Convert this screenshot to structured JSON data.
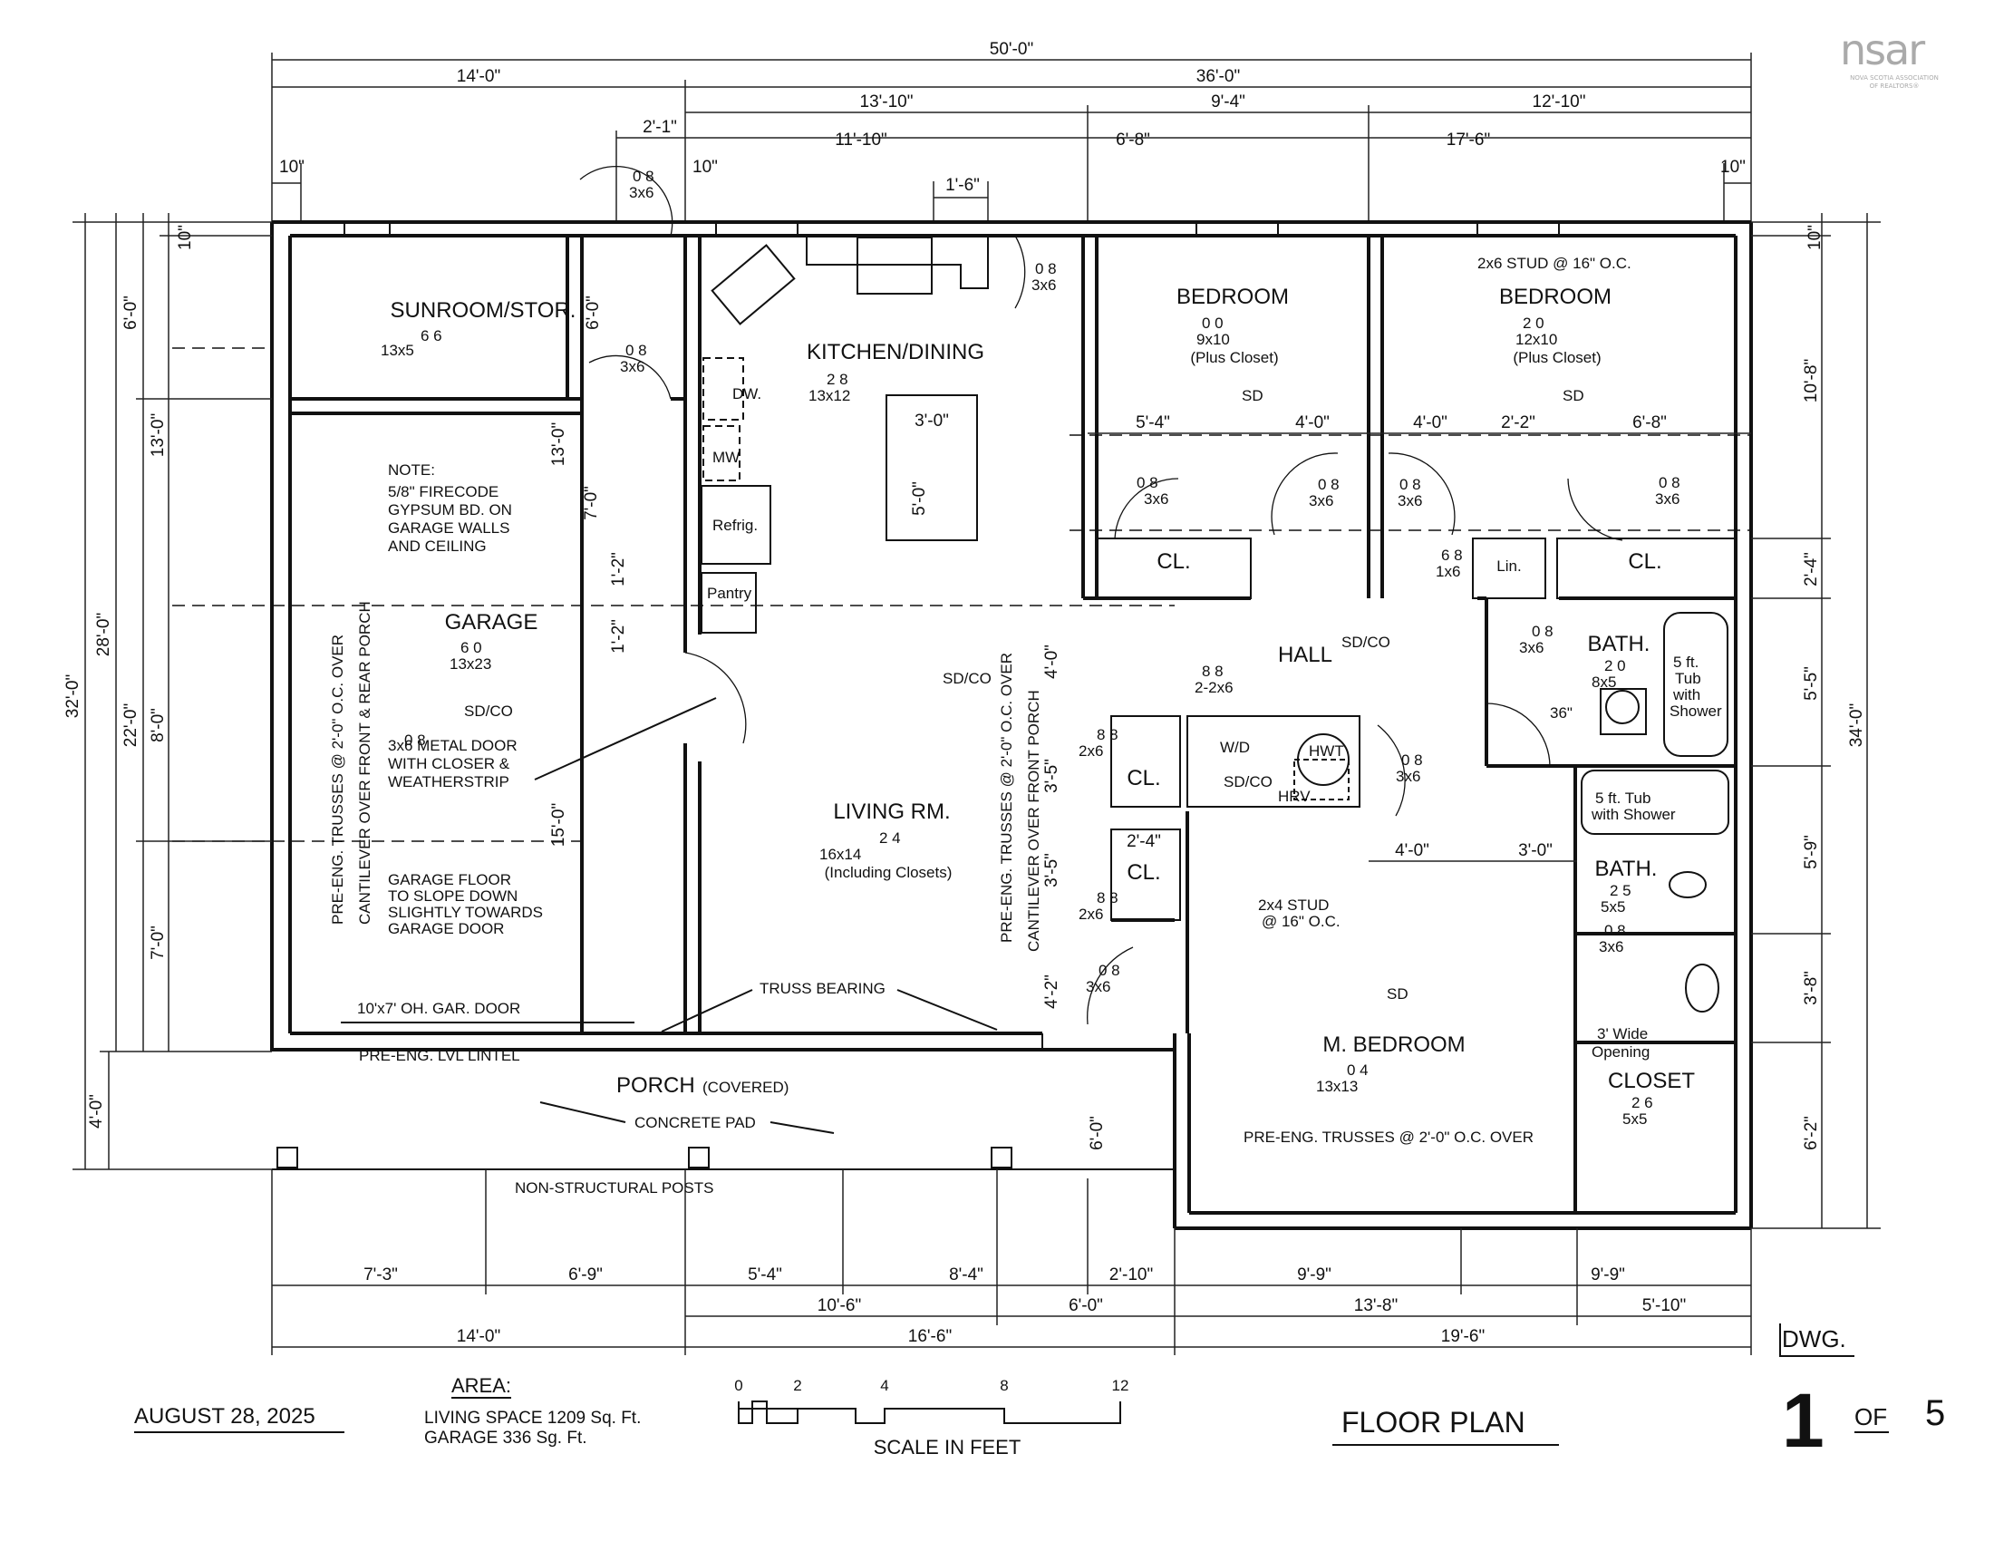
{
  "logo": {
    "mark": "nsar",
    "line1": "NOVA SCOTIA ASSOCIATION",
    "line2": "OF REALTORS®"
  },
  "dims_top": {
    "overall": "50'-0\"",
    "left_14": "14'-0\"",
    "right_36": "36'-0\"",
    "d_13_10": "13'-10\"",
    "d_9_4": "9'-4\"",
    "d_12_10": "12'-10\"",
    "d_2_1": "2'-1\"",
    "d_11_10": "11'-10\"",
    "d_6_8": "6'-8\"",
    "d_17_6": "17'-6\"",
    "d_10a": "10\"",
    "d_10b": "10\"",
    "d_10c": "10\"",
    "d_1_6": "1'-6\""
  },
  "dims_bottom": {
    "b_7_3": "7'-3\"",
    "b_6_9": "6'-9\"",
    "b_5_4": "5'-4\"",
    "b_8_4": "8'-4\"",
    "b_2_10": "2'-10\"",
    "b_9_9a": "9'-9\"",
    "b_9_9b": "9'-9\"",
    "b_10_6": "10'-6\"",
    "b_6_0": "6'-0\"",
    "b_13_8": "13'-8\"",
    "b_5_10": "5'-10\"",
    "b_14_0": "14'-0\"",
    "b_16_6": "16'-6\"",
    "b_19_6": "19'-6\""
  },
  "dims_left": {
    "l_32": "32'-0\"",
    "l_28": "28'-0\"",
    "l_22": "22'-0\"",
    "l_13": "13'-0\"",
    "l_8": "8'-0\"",
    "l_7": "7'-0\"",
    "l_6": "6'-0\"",
    "l_10": "10\"",
    "l_4": "4'-0\""
  },
  "dims_right": {
    "r_10": "10\"",
    "r_10_8": "10'-8\"",
    "r_2_4": "2'-4\"",
    "r_5_5": "5'-5\"",
    "r_5_9": "5'-9\"",
    "r_3_8": "3'-8\"",
    "r_6_2": "6'-2\"",
    "r_34": "34'-0\""
  },
  "rooms": {
    "sunroom": {
      "name": "SUNROOM/STOR.",
      "ceiling": "6  6",
      "size": "13x5"
    },
    "kitchen": {
      "name": "KITCHEN/DINING",
      "ceiling": "2  8",
      "size": "13x12"
    },
    "bedroom1": {
      "name": "BEDROOM",
      "ceiling": "0  0",
      "size": "9x10",
      "note": "(Plus Closet)"
    },
    "bedroom2": {
      "name": "BEDROOM",
      "ceiling": "2  0",
      "size": "12x10",
      "note": "(Plus Closet)"
    },
    "garage": {
      "name": "GARAGE",
      "ceiling": "6  0",
      "size": "13x23"
    },
    "living": {
      "name": "LIVING RM.",
      "ceiling": "2  4",
      "size": "16x14",
      "note": "(Including Closets)"
    },
    "hall": {
      "name": "HALL"
    },
    "bath1": {
      "name": "BATH.",
      "ceiling": "2  0",
      "size": "8x5"
    },
    "bath2": {
      "name": "BATH.",
      "ceiling": "2  5",
      "size": "5x5"
    },
    "master": {
      "name": "M. BEDROOM",
      "ceiling": "0  4",
      "size": "13x13"
    },
    "closet": {
      "name": "CLOSET",
      "ceiling": "2  6",
      "size": "5x5"
    },
    "porch": {
      "name": "PORCH",
      "qualifier": "(COVERED)"
    }
  },
  "labels": {
    "sd": "SD",
    "sdco": "SD/CO",
    "cl": "CL.",
    "lin": "Lin.",
    "dw": "DW.",
    "mw": "MW",
    "refrig": "Refrig.",
    "pantry": "Pantry",
    "wd": "W/D",
    "hwt": "HWT",
    "hrv": "HRV",
    "door_0_8": "0  8",
    "door_3x6": "3x6",
    "door_6_8": "6  8",
    "door_1x6": "1x6",
    "door_8_8": "8  8",
    "door_2_2x6": "2-2x6",
    "door_2x6": "2x6",
    "stud_top": "2x6 STUD @ 16\" O.C.",
    "stud_mid_1": "2x4 STUD",
    "stud_mid_2": "@ 16\" O.C.",
    "garage_note_title": "NOTE:",
    "garage_note_1": "5/8\" FIRECODE",
    "garage_note_2": "GYPSUM BD. ON",
    "garage_note_3": "GARAGE WALLS",
    "garage_note_4": "AND CEILING",
    "metal_door_1": "3x6 METAL DOOR",
    "metal_door_2": "WITH CLOSER &",
    "metal_door_3": "WEATHERSTRIP",
    "slope_1": "GARAGE FLOOR",
    "slope_2": "TO SLOPE DOWN",
    "slope_3": "SLIGHTLY TOWARDS",
    "slope_4": "GARAGE DOOR",
    "trusses_garage_1": "PRE-ENG. TRUSSES @ 2'-0\" O.C. OVER",
    "trusses_garage_2": "CANTILEVER OVER FRONT & REAR PORCH",
    "trusses_living_1": "PRE-ENG. TRUSSES @ 2'-0\" O.C. OVER",
    "trusses_living_2": "CANTILEVER OVER FRONT PORCH",
    "trusses_master": "PRE-ENG. TRUSSES @ 2'-0\" O.C. OVER",
    "garage_door": "10'x7' OH. GAR. DOOR",
    "lintel": "PRE-ENG. LVL LINTEL",
    "truss_bearing": "TRUSS BEARING",
    "concrete_pad": "CONCRETE PAD",
    "posts": "NON-STRUCTURAL POSTS",
    "tub1_1": "5 ft.",
    "tub1_2": "Tub",
    "tub1_3": "with",
    "tub1_4": "Shower",
    "tub2_1": "5 ft. Tub",
    "tub2_2": "with Shower",
    "opening_1": "3' Wide",
    "opening_2": "Opening",
    "d36": "36\"",
    "int_5_4": "5'-4\"",
    "int_4_0a": "4'-0\"",
    "int_4_0b": "4'-0\"",
    "int_2_2": "2'-2\"",
    "int_6_8": "6'-8\"",
    "int_3_0": "3'-0\"",
    "int_5_0": "5'-0\"",
    "int_6_0g": "6'-0\"",
    "int_7_0g": "7'-0\"",
    "int_13_0g": "13'-0\"",
    "int_15_0g": "15'-0\"",
    "int_1_2a": "1'-2\"",
    "int_1_2b": "1'-2\"",
    "int_4_0l": "4'-0\"",
    "int_3_5a": "3'-5\"",
    "int_3_5b": "3'-5\"",
    "int_2_4": "2'-4\"",
    "int_4_2": "4'-2\"",
    "int_6_0p": "6'-0\"",
    "int_4_0h": "4'-0\"",
    "int_3_0h": "3'-0\""
  },
  "title_block": {
    "date": "AUGUST 28, 2025",
    "area_title": "AREA:",
    "area_living": "LIVING SPACE 1209 Sq. Ft.",
    "area_garage": "GARAGE 336 Sg. Ft.",
    "scale_ticks": [
      "0",
      "2",
      "4",
      "8",
      "12"
    ],
    "scale_label": "SCALE IN FEET",
    "drawing_title": "FLOOR PLAN",
    "dwg_label": "DWG.",
    "sheet": "1",
    "of_label": "OF",
    "total": "5"
  }
}
